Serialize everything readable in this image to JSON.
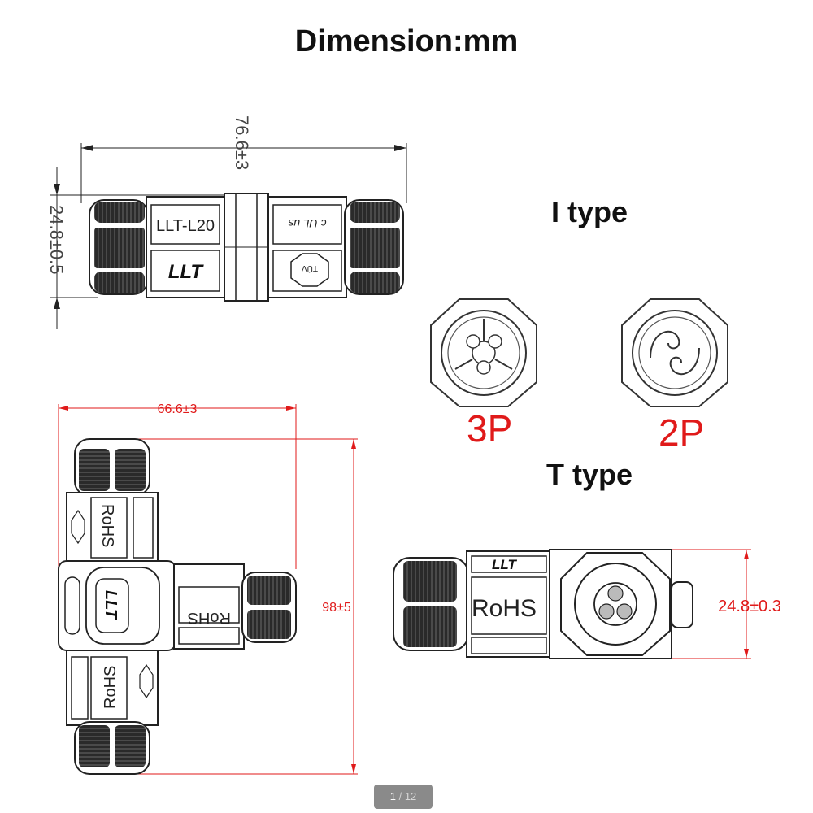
{
  "title": "Dimension:mm",
  "i_type": {
    "label": "I type",
    "length_dim": "76.6±3",
    "diameter_dim": "24.8±0.5",
    "body_text": "LLT-L20",
    "logo": "LLT",
    "cert_ul": "c UL us",
    "cert_tuv": "TÜV"
  },
  "pins": {
    "three": "3P",
    "two": "2P"
  },
  "t_type": {
    "label": "T type",
    "width_dim": "66.6±3",
    "height_dim": "98±5",
    "side_diameter_dim": "24.8±0.3",
    "rohs": "RoHS",
    "logo": "LLT"
  },
  "pager": {
    "current": "1",
    "separator": "/",
    "total": "12"
  },
  "colors": {
    "dimension_red": "#e01a1a",
    "outline": "#222222"
  }
}
